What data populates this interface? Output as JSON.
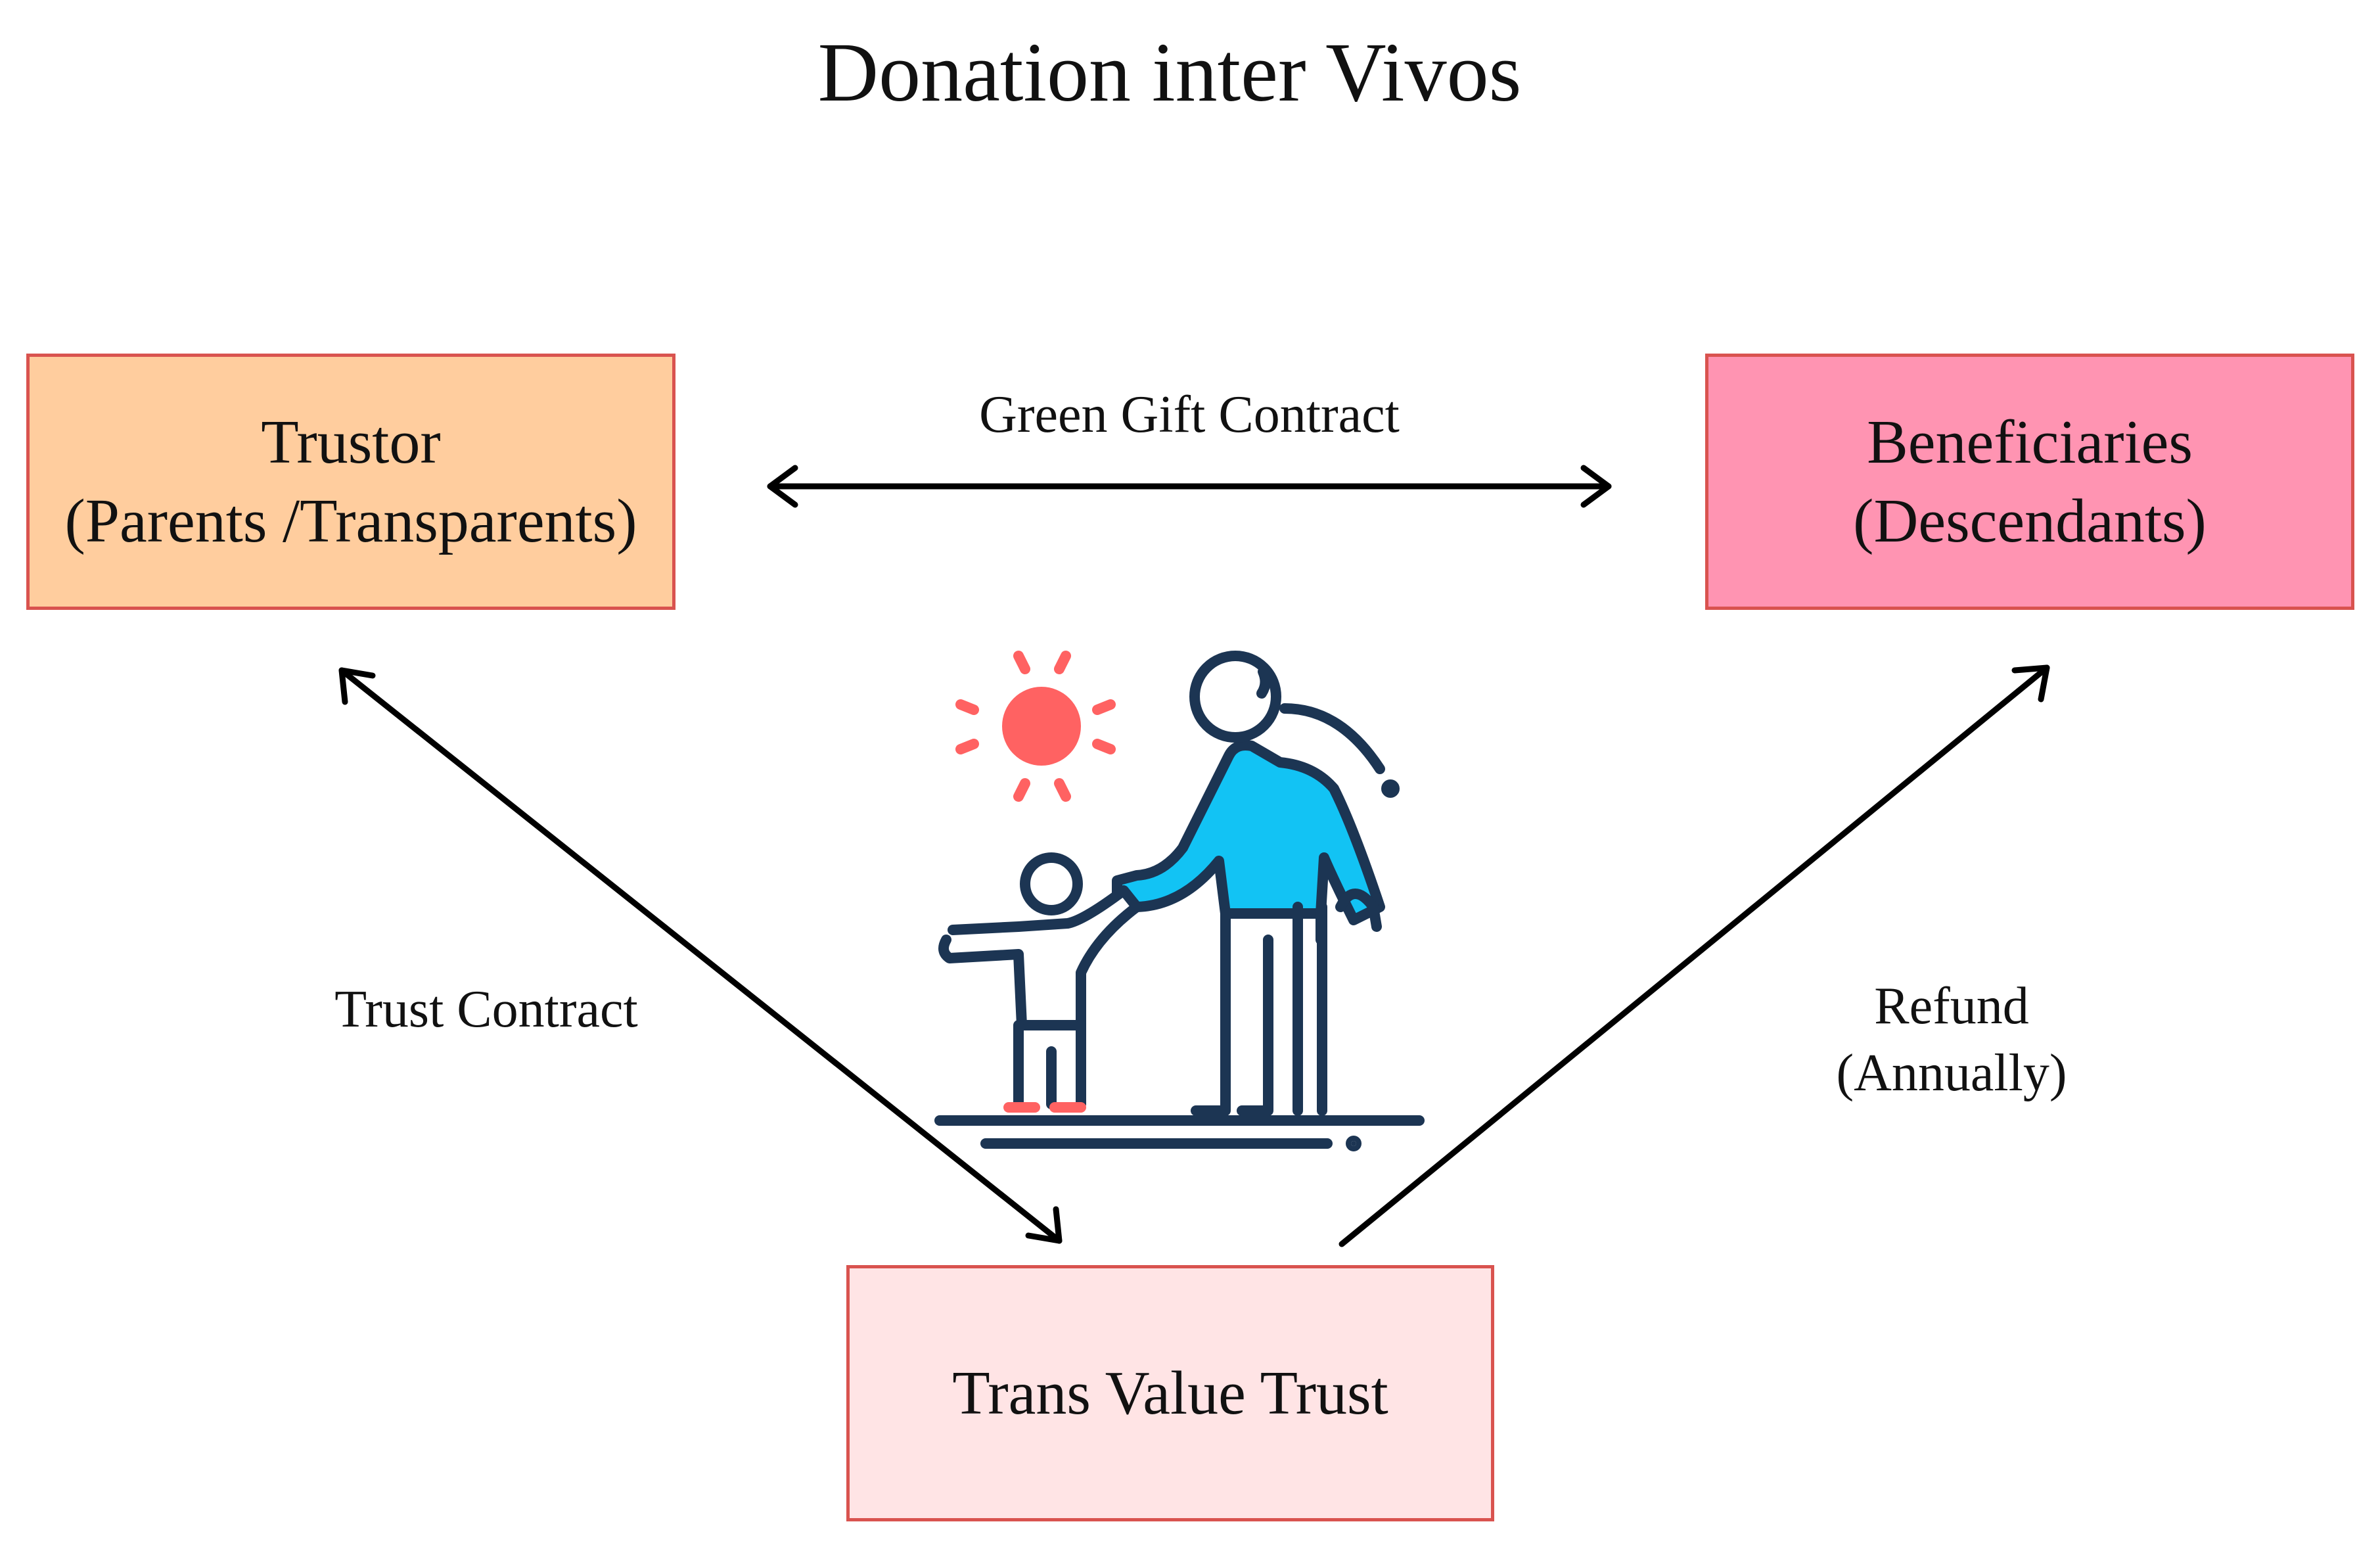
{
  "title": "Donation inter Vivos",
  "nodes": {
    "trustor": {
      "line1": "Trustor",
      "line2": "(Parents /Transparents)",
      "color": "#ffcd9e"
    },
    "beneficiaries": {
      "line1": "Beneficiaries",
      "line2": "(Descendants)",
      "color": "#ff94b2"
    },
    "trust": {
      "line1": "Trans Value Trust",
      "color": "#ffe4e5"
    }
  },
  "edges": {
    "gift": {
      "label": "Green Gift Contract",
      "direction": "bidirectional"
    },
    "trust_contract": {
      "label": "Trust Contract",
      "direction": "bidirectional"
    },
    "refund": {
      "line1": "Refund",
      "line2": "(Annually)",
      "direction": "trust-to-beneficiaries"
    }
  },
  "illustration": {
    "icon": "grandparent-child-walking-icon",
    "sun_color": "#ff6262",
    "shirt_color": "#12c3f4",
    "outline_color": "#1c3553"
  }
}
